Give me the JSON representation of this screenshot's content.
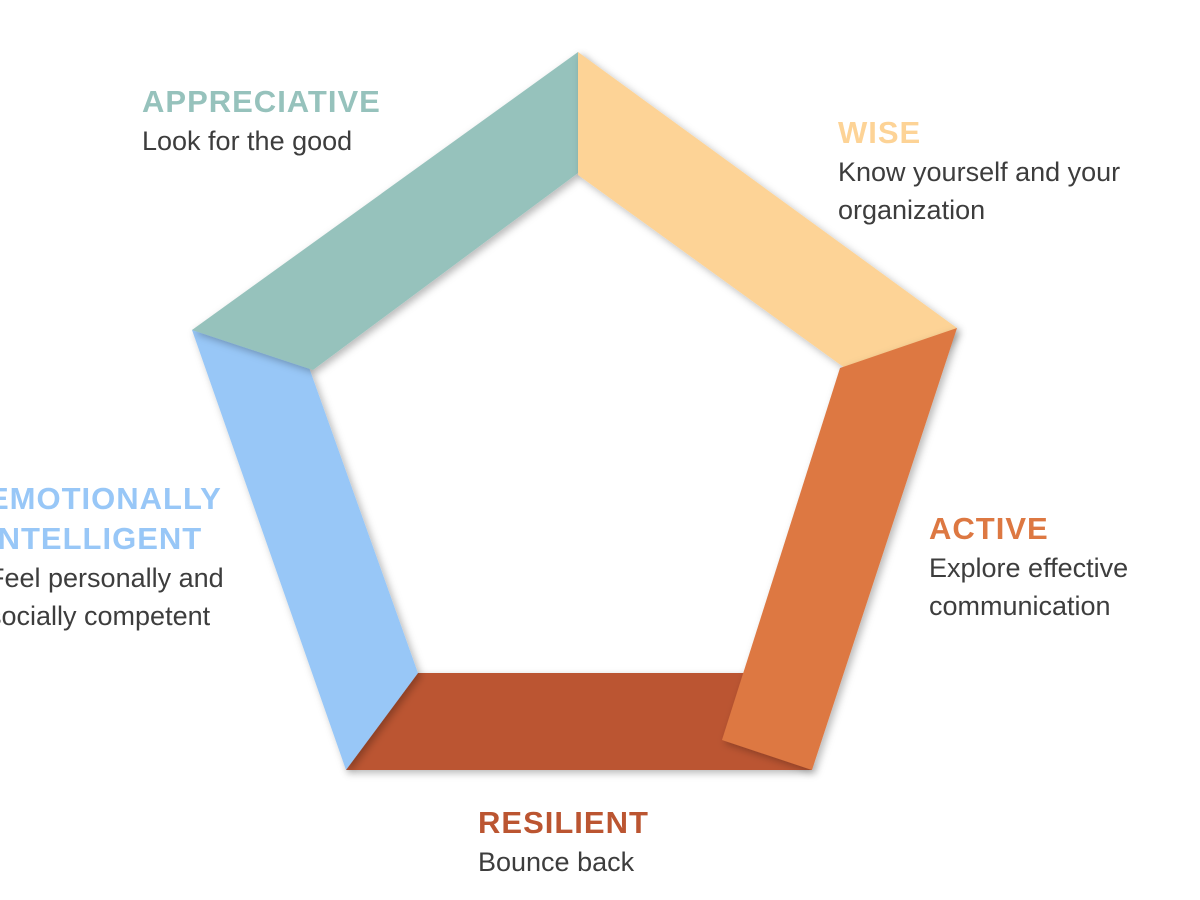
{
  "colors": {
    "appreciative": "#96c2bc",
    "wise": "#fdd396",
    "active": "#dd7842",
    "resilient": "#bb5531",
    "emotionally_intelligent": "#98c7f7",
    "description_text": "#3d3d3d"
  },
  "labels": {
    "appreciative": {
      "title": "APPRECIATIVE",
      "description_lines": [
        "Look for the good"
      ]
    },
    "wise": {
      "title": "WISE",
      "description_lines": [
        "Know yourself and your",
        "organization"
      ]
    },
    "active": {
      "title": "ACTIVE",
      "description_lines": [
        "Explore effective",
        "communication"
      ]
    },
    "resilient": {
      "title": "RESILIENT",
      "description_lines": [
        "Bounce back"
      ]
    },
    "emotionally_intelligent": {
      "title_lines": [
        "EMOTIONALLY",
        "INTELLIGENT"
      ],
      "description_lines": [
        "Feel personally and",
        "socially competent"
      ]
    }
  }
}
